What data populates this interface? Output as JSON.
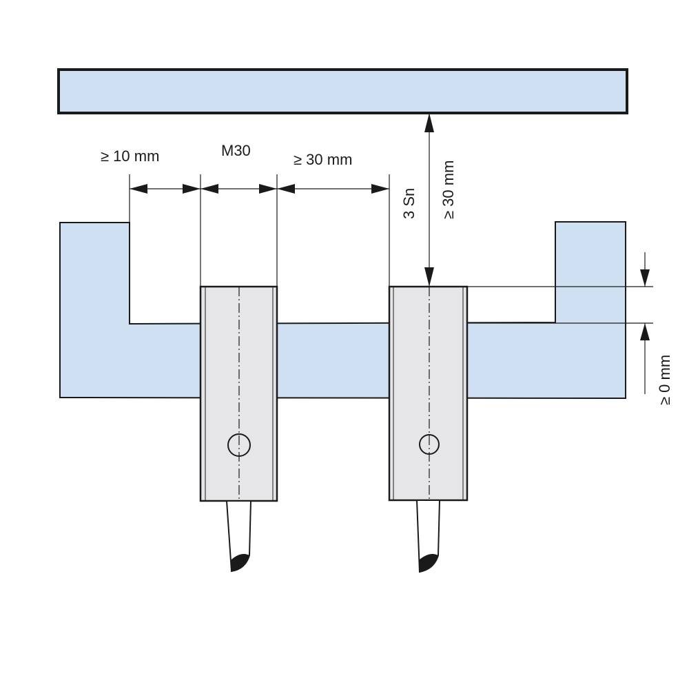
{
  "labels": {
    "gap_left": "≥ 10 mm",
    "thread_size": "M30",
    "gap_between": "≥ 30 mm",
    "sensing_distance": "3 Sn",
    "target_distance": "≥ 30 mm",
    "flush_offset": "≥ 0 mm"
  },
  "colors": {
    "metal_fill": "#cfe0f2",
    "sensor_fill": "#e6e6e9",
    "line": "#1a1a1a"
  }
}
